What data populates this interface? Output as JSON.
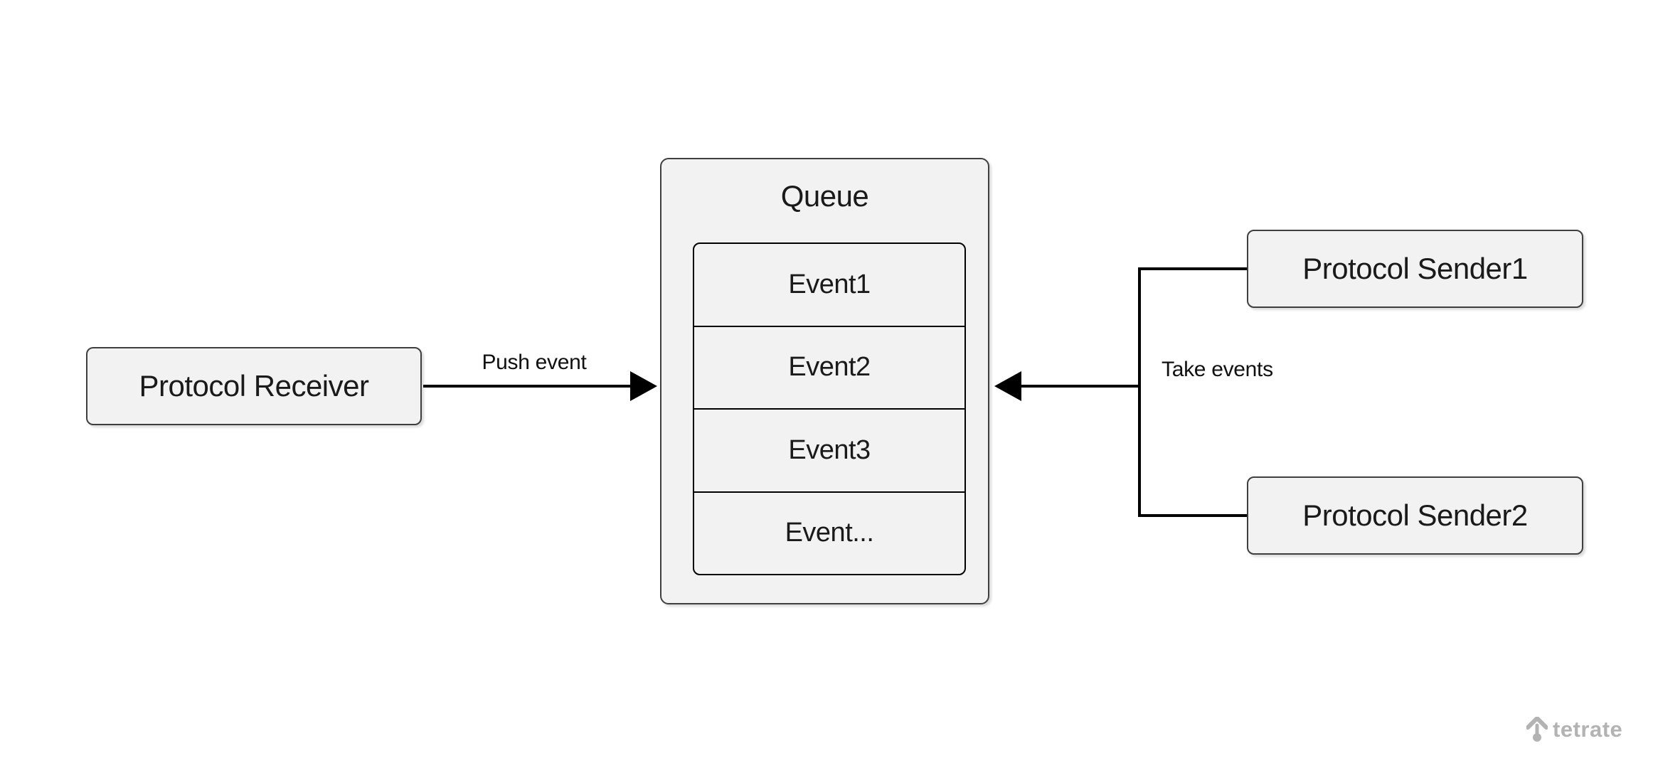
{
  "nodes": {
    "receiver": {
      "label": "Protocol Receiver"
    },
    "senders": [
      {
        "label": "Protocol Sender1"
      },
      {
        "label": "Protocol Sender2"
      }
    ]
  },
  "queue": {
    "title": "Queue",
    "events": [
      "Event1",
      "Event2",
      "Event3",
      "Event..."
    ]
  },
  "edges": {
    "push_label": "Push event",
    "take_label": "Take events"
  },
  "logo": {
    "text": "tetrate"
  },
  "colors": {
    "background": "#ffffff",
    "node_fill": "#f2f2f2",
    "node_border": "#3f3f3f",
    "stack_border": "#000000",
    "connector_line": "#000000",
    "text": "#1a1a1a",
    "logo_gray": "#b3b3b3"
  }
}
